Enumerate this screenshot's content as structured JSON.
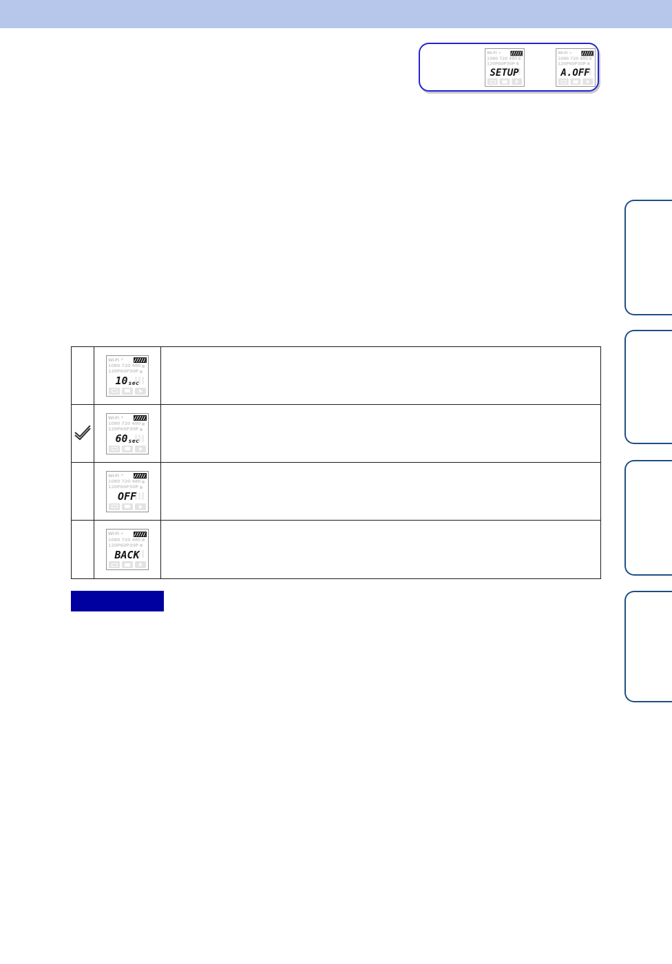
{
  "colors": {
    "header_bar": "#b7c7ec",
    "screens_box_border": "#2323d0",
    "side_tab_border": "#1d4e82",
    "notes_badge": "#0000a0",
    "table_border": "#1a1a1a"
  },
  "lcd_chrome": {
    "wifi_label": "Wi-Fi",
    "resolution_line1": "1080 720 480",
    "resolution_line2": "120P60P30P"
  },
  "screens_box": {
    "screens": [
      {
        "main": "SETUP",
        "suffix": ""
      },
      {
        "main": "A.OFF",
        "suffix": ""
      }
    ]
  },
  "settings_table": {
    "rows": [
      {
        "checked": false,
        "lcd_main": "10",
        "lcd_suffix": "sec",
        "description": ""
      },
      {
        "checked": true,
        "lcd_main": "60",
        "lcd_suffix": "sec",
        "description": ""
      },
      {
        "checked": false,
        "lcd_main": "OFF",
        "lcd_suffix": "",
        "description": ""
      },
      {
        "checked": false,
        "lcd_main": "BACK",
        "lcd_suffix": "",
        "description": ""
      }
    ]
  }
}
